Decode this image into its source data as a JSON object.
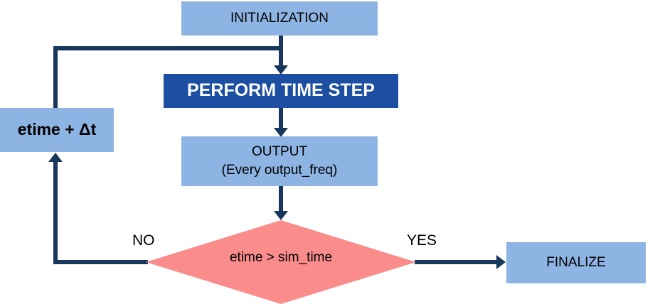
{
  "diagram": {
    "type": "flowchart",
    "description": "Simulation time loop flowchart",
    "nodes": {
      "initialization": {
        "label": "INITIALIZATION"
      },
      "perform_time_step": {
        "label": "PERFORM TIME STEP"
      },
      "output": {
        "label": "OUTPUT",
        "sublabel": "(Every output_freq)"
      },
      "decision": {
        "label": "etime > sim_time"
      },
      "etime_increment": {
        "label": "etime + Δt"
      },
      "finalize": {
        "label": "FINALIZE"
      }
    },
    "branch_labels": {
      "no": "NO",
      "yes": "YES"
    },
    "colors": {
      "light_blue": "#8DB4E2",
      "dark_blue": "#1C4FA1",
      "pink": "#FA8C8C",
      "arrow": "#17375D",
      "text": "#000000",
      "dark_text": "#FFFFFF"
    }
  }
}
